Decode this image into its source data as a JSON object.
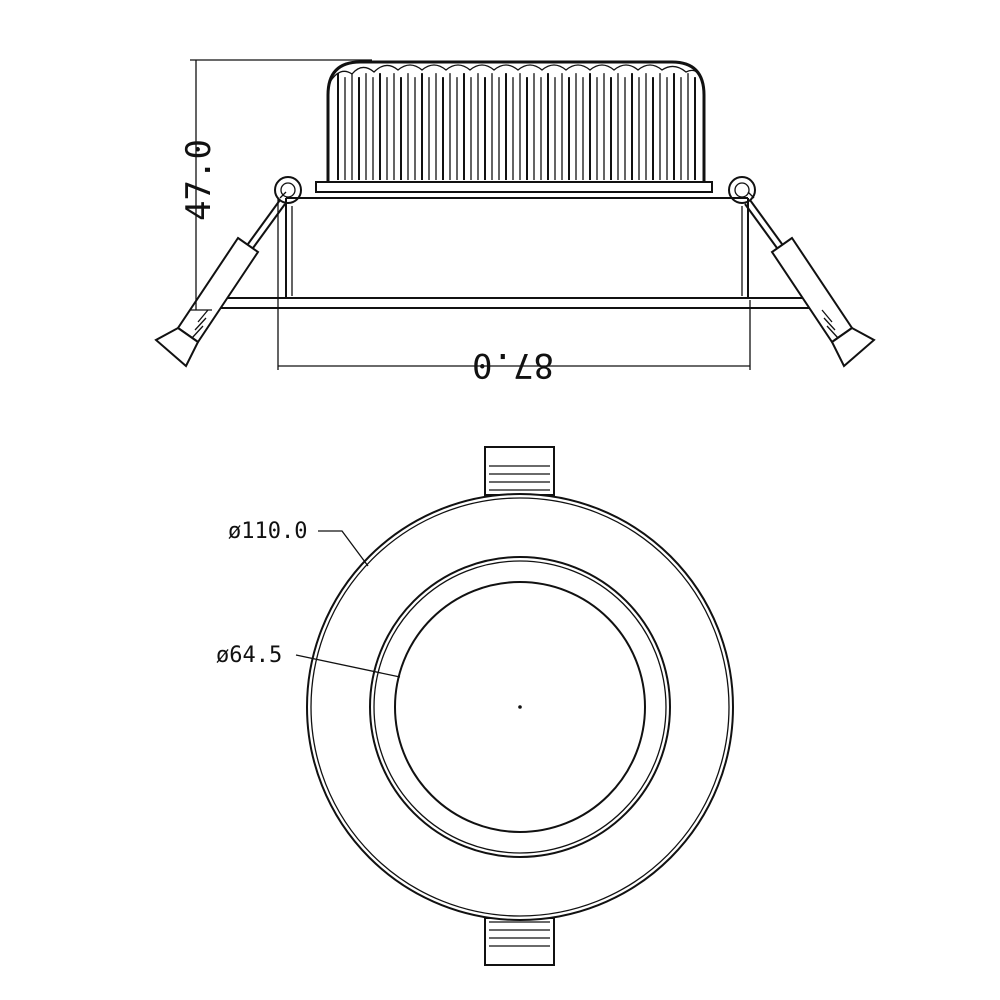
{
  "side_view": {
    "height_label": "47.0",
    "width_label": "87.0"
  },
  "top_view": {
    "outer_diameter_label": "ø110.0",
    "inner_diameter_label": "ø64.5"
  },
  "colors": {
    "line": "#111111",
    "background": "#ffffff"
  }
}
